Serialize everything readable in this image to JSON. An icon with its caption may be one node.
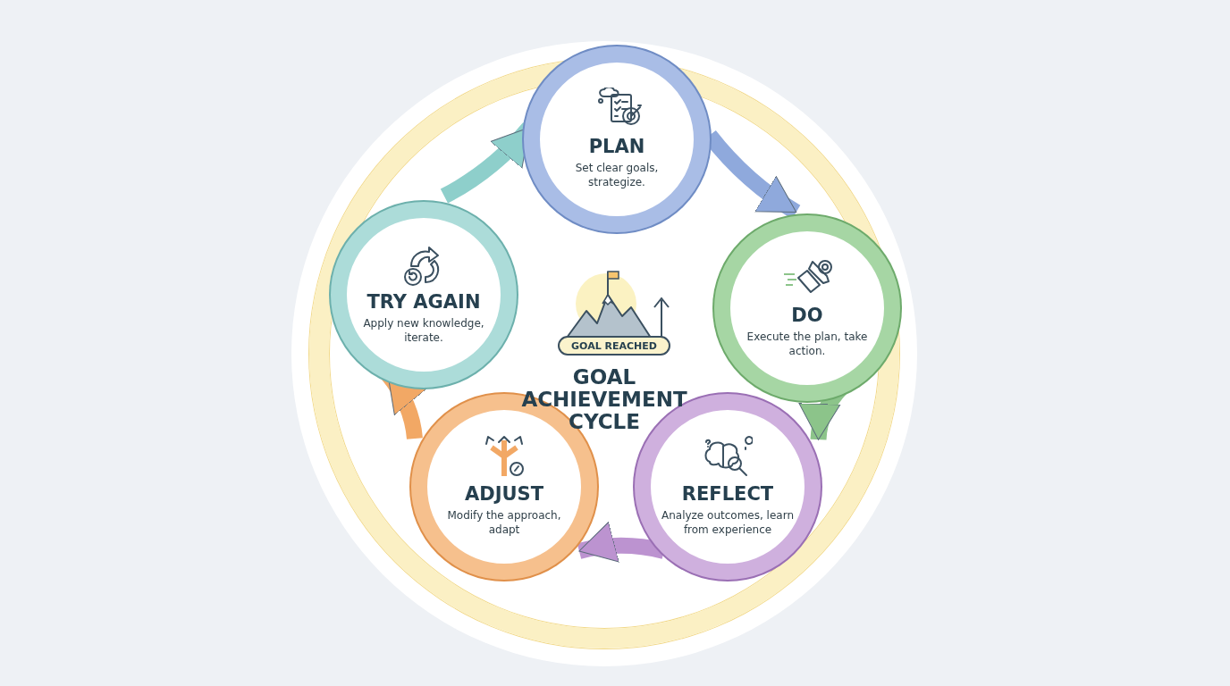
{
  "diagram": {
    "title": "GOAL ACHIEVEMENT CYCLE",
    "nodes": [
      {
        "text": [
          "PLAN",
          "Set clear goals, strategize."
        ]
      },
      {
        "text": [
          "DO",
          "Execute the plan, take action."
        ]
      },
      {
        "text": [
          "REFLECT",
          "Analyze outcomes, learn from experience"
        ]
      },
      {
        "text": [
          "ADJUST",
          "Modify the approach, adapt"
        ]
      },
      {
        "text": [
          "TRY AGAIN",
          "Apply new knowledge, iterate."
        ]
      }
    ],
    "edges": [
      {
        "from": 0,
        "to": 1,
        "arrow": "to",
        "color": "#8fa9dc"
      },
      {
        "from": 1,
        "to": 2,
        "arrow": "to",
        "color": "#8cc48a"
      },
      {
        "from": 2,
        "to": 3,
        "arrow": "to",
        "color": "#bc93d0"
      },
      {
        "from": 3,
        "to": 4,
        "arrow": "to",
        "color": "#f2a865"
      },
      {
        "from": 4,
        "to": 0,
        "arrow": "to",
        "color": "#8ecfcb"
      }
    ],
    "labels": [
      "GOAL REACHED"
    ]
  }
}
